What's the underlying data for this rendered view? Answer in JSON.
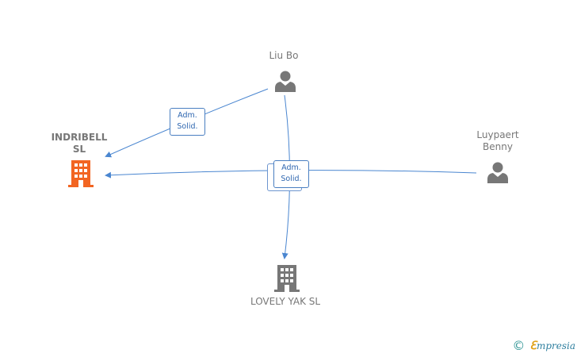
{
  "nodes": {
    "liu_bo": {
      "label": "Liu Bo",
      "type": "person"
    },
    "luypaert": {
      "label_line1": "Luypaert",
      "label_line2": "Benny",
      "type": "person"
    },
    "indribell": {
      "label_line1": "INDRIBELL",
      "label_line2": "SL",
      "type": "company",
      "color": "#f26522"
    },
    "lovely_yak": {
      "label": "LOVELY YAK SL",
      "type": "company",
      "color": "#777777"
    }
  },
  "edge_labels": {
    "liu_to_indribell": {
      "line1": "Adm.",
      "line2": "Solid."
    },
    "center_stack": {
      "line1": "Adm.",
      "line2": "Solid."
    }
  },
  "colors": {
    "edge": "#4a86d0",
    "person_icon": "#777777",
    "company_highlight": "#f26522",
    "company_default": "#777777"
  },
  "footer": {
    "copyright_symbol": "©",
    "brand_first": "ℇ",
    "brand_rest": "mpresia"
  }
}
